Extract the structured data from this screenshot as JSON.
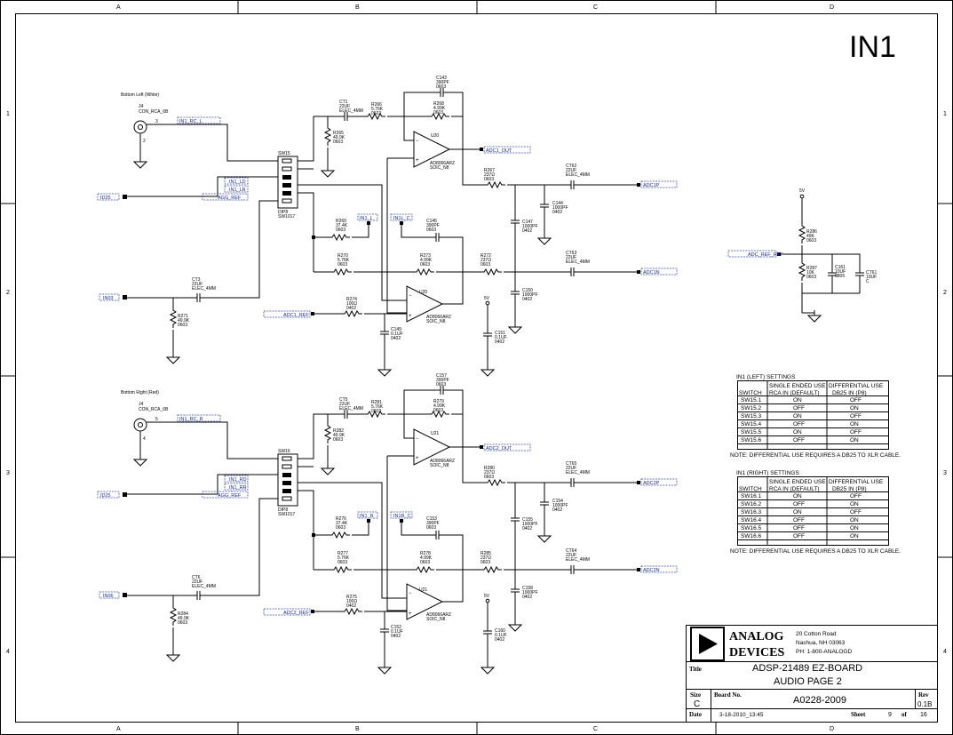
{
  "sheet_title": "IN1",
  "grid": {
    "columns": [
      "A",
      "B",
      "C",
      "D"
    ],
    "rows": [
      "1",
      "2",
      "3",
      "4"
    ]
  },
  "left_channel": {
    "caption": "Bottom Left (White)",
    "jack": {
      "ref": "J4",
      "part": "CON_RCA_6B",
      "pin_a": "3",
      "pin_b": "2"
    },
    "jack_net": "IN1_RC_L",
    "input_nets": {
      "db25": "ID25",
      "hot": "IN1_LD",
      "cold": "IN1_LR",
      "ref_net": "AGG_REF"
    },
    "switch": {
      "ref": "SW15",
      "part": "DIP8",
      "part2": "SW1017"
    },
    "cap_ct1": {
      "ref": "CT1",
      "value": "22UF",
      "pkg": "ELEC_4MM"
    },
    "r266": {
      "ref": "R266",
      "value": "5.76K",
      "pkg": "0603"
    },
    "r265": {
      "ref": "R265",
      "value": "49.9K",
      "pkg": "0603"
    },
    "c143": {
      "ref": "C143",
      "value": "390PF",
      "pkg": "0603"
    },
    "r268": {
      "ref": "R268",
      "value": "4.99K",
      "pkg": "0603"
    },
    "u20a": {
      "ref": "U20",
      "part": "AD8066ARZ",
      "pkg": "SOIC_N8"
    },
    "net_out": "ADC1_OUT",
    "r267": {
      "ref": "R267",
      "value": "237Ω",
      "pkg": "0603"
    },
    "ct62": {
      "ref": "CT62",
      "value": "22UF",
      "pkg": "ELEC_4MM"
    },
    "c144": {
      "ref": "C144",
      "value": "1000PF",
      "pkg": "0402"
    },
    "c147": {
      "ref": "C147",
      "value": "1000PF",
      "pkg": "0402"
    },
    "out_p": "ADC1P",
    "out_n": "ADC1N",
    "r269": {
      "ref": "R269",
      "value": "37.4K",
      "pkg": "0603"
    },
    "net_in_r": "IN1_L",
    "net_mid": "IN1L_C",
    "c145": {
      "ref": "C145",
      "value": "390PF",
      "pkg": "0603"
    },
    "r270": {
      "ref": "R270",
      "value": "5.76K",
      "pkg": "0603"
    },
    "r273": {
      "ref": "R273",
      "value": "4.99K",
      "pkg": "0603"
    },
    "r272": {
      "ref": "R272",
      "value": "237Ω",
      "pkg": "0603"
    },
    "ct63": {
      "ref": "CT63",
      "value": "22UF",
      "pkg": "ELEC_4MM"
    },
    "c150": {
      "ref": "C150",
      "value": "1000PF",
      "pkg": "0402"
    },
    "ct3": {
      "ref": "CT3",
      "value": "22UF",
      "pkg": "ELEC_4MM"
    },
    "net_in3": "IN03",
    "r271": {
      "ref": "R271",
      "value": "49.9K",
      "pkg": "0603"
    },
    "r274": {
      "ref": "R274",
      "value": "100Ω",
      "pkg": "0402"
    },
    "net_ref": "ADC1_REF",
    "u20b": {
      "ref": "U20",
      "part": "AD8066ARZ",
      "pkg": "SOIC_N8"
    },
    "c149": {
      "ref": "C149",
      "value": "0.1UF",
      "pkg": "0402"
    },
    "c151": {
      "ref": "C151",
      "value": "0.1UF",
      "pkg": "0402"
    },
    "supply": "5V"
  },
  "right_channel": {
    "caption": "Bottom Right (Red)",
    "jack": {
      "ref": "J4",
      "part": "CON_RCA_6B",
      "pin_a": "5",
      "pin_b": "4"
    },
    "jack_net": "IN1_RC_R",
    "input_nets": {
      "db25": "ID25",
      "hot": "IN1_RD",
      "cold": "IN1_RR",
      "ref_net": "AGG_REF"
    },
    "switch": {
      "ref": "SW16",
      "part": "DIP8",
      "part2": "SW1017"
    },
    "cap_ct5": {
      "ref": "CT5",
      "value": "22UF",
      "pkg": "ELEC_4MM"
    },
    "r281": {
      "ref": "R281",
      "value": "5.76K",
      "pkg": "0603"
    },
    "r282": {
      "ref": "R282",
      "value": "49.9K",
      "pkg": "0603"
    },
    "c157": {
      "ref": "C157",
      "value": "390PF",
      "pkg": "0603"
    },
    "r279": {
      "ref": "R279",
      "value": "4.99K",
      "pkg": "0603"
    },
    "u21a": {
      "ref": "U21",
      "part": "AD8066ARZ",
      "pkg": "SOIC_N8"
    },
    "net_out": "ADC2_OUT",
    "r280": {
      "ref": "R280",
      "value": "237Ω",
      "pkg": "0603"
    },
    "ct65": {
      "ref": "CT65",
      "value": "22UF",
      "pkg": "ELEC_4MM"
    },
    "c154": {
      "ref": "C154",
      "value": "1000PF",
      "pkg": "0402"
    },
    "c155": {
      "ref": "C155",
      "value": "1000PF",
      "pkg": "0402"
    },
    "out_p": "ADC2P",
    "out_n": "ADC2N",
    "r276": {
      "ref": "R276",
      "value": "37.4K",
      "pkg": "0603"
    },
    "net_in_r": "IN1_R",
    "net_mid": "IN1R_C",
    "c153": {
      "ref": "C153",
      "value": "390PF",
      "pkg": "0603"
    },
    "r277": {
      "ref": "R277",
      "value": "5.76K",
      "pkg": "0603"
    },
    "r278": {
      "ref": "R278",
      "value": "4.99K",
      "pkg": "0603"
    },
    "r285": {
      "ref": "R285",
      "value": "237Ω",
      "pkg": "0603"
    },
    "ct64": {
      "ref": "CT64",
      "value": "22UF",
      "pkg": "ELEC_4MM"
    },
    "c158": {
      "ref": "C158",
      "value": "1000PF",
      "pkg": "0402"
    },
    "ct6": {
      "ref": "CT6",
      "value": "22UF",
      "pkg": "ELEC_4MM"
    },
    "net_in3": "IN06",
    "r284": {
      "ref": "R284",
      "value": "49.9K",
      "pkg": "0603"
    },
    "r275": {
      "ref": "R275",
      "value": "100Ω",
      "pkg": "0402"
    },
    "net_ref": "ADC2_REF",
    "u21b": {
      "ref": "U21",
      "part": "AD8066ARZ",
      "pkg": "SOIC_N8"
    },
    "c152": {
      "ref": "C152",
      "value": "0.1UF",
      "pkg": "0402"
    },
    "c160": {
      "ref": "C160",
      "value": "0.1UF",
      "pkg": "0402"
    },
    "supply": "5V"
  },
  "reference": {
    "supply": "5V",
    "net": "ADC_REF_REF",
    "r286": {
      "ref": "R286",
      "value": "49K",
      "pkg": "0603"
    },
    "r287": {
      "ref": "R287",
      "value": "10K",
      "pkg": "0603"
    },
    "c161": {
      "ref": "C161",
      "value": "10UF",
      "pkg": "0805"
    },
    "ct61": {
      "ref": "CT61",
      "value": "10UF",
      "pkg": "C"
    }
  },
  "tables": [
    {
      "title": "IN1 (LEFT) SETTINGS",
      "headers": [
        [
          "",
          "SINGLE ENDED USE",
          "DIFFERENTIAL USE"
        ],
        [
          "SWITCH",
          "RCA IN (DEFAULT)",
          "DB25 IN (P8)"
        ]
      ],
      "rows": [
        [
          "SW15.1",
          "ON",
          "OFF"
        ],
        [
          "SW15.2",
          "OFF",
          "ON"
        ],
        [
          "SW15.3",
          "ON",
          "OFF"
        ],
        [
          "SW15.4",
          "OFF",
          "ON"
        ],
        [
          "SW15.5",
          "ON",
          "OFF"
        ],
        [
          "SW15.6",
          "OFF",
          "ON"
        ]
      ],
      "note": "NOTE: DIFFERENTIAL USE REQUIRES A DB25 TO XLR CABLE."
    },
    {
      "title": "IN1 (RIGHT) SETTINGS",
      "headers": [
        [
          "",
          "SINGLE ENDED USE",
          "DIFFERENTIAL USE"
        ],
        [
          "SWITCH",
          "RCA IN (DEFAULT)",
          "DB25 IN (P8)"
        ]
      ],
      "rows": [
        [
          "SW16.1",
          "ON",
          "OFF"
        ],
        [
          "SW16.2",
          "OFF",
          "ON"
        ],
        [
          "SW16.3",
          "ON",
          "OFF"
        ],
        [
          "SW16.4",
          "OFF",
          "ON"
        ],
        [
          "SW16.5",
          "OFF",
          "ON"
        ],
        [
          "SW16.6",
          "OFF",
          "ON"
        ]
      ],
      "note": "NOTE: DIFFERENTIAL USE REQUIRES A DB25 TO XLR CABLE."
    }
  ],
  "title_block": {
    "company_line1": "ANALOG",
    "company_line2": "DEVICES",
    "address1": "20 Cotton Road",
    "address2": "Nashua, NH 03063",
    "address3": "PH: 1-800-ANALOGD",
    "title_label": "Title",
    "title1": "ADSP-21489 EZ-BOARD",
    "title2": "AUDIO PAGE 2",
    "size_label": "Size",
    "size": "C",
    "board_label": "Board No.",
    "board": "A0228-2009",
    "rev_label": "Rev",
    "rev": "0.1B",
    "date_label": "Date",
    "date": "3-18-2010_13:45",
    "sheet_label": "Sheet",
    "sheet": "9",
    "of_label": "of",
    "total": "16"
  }
}
